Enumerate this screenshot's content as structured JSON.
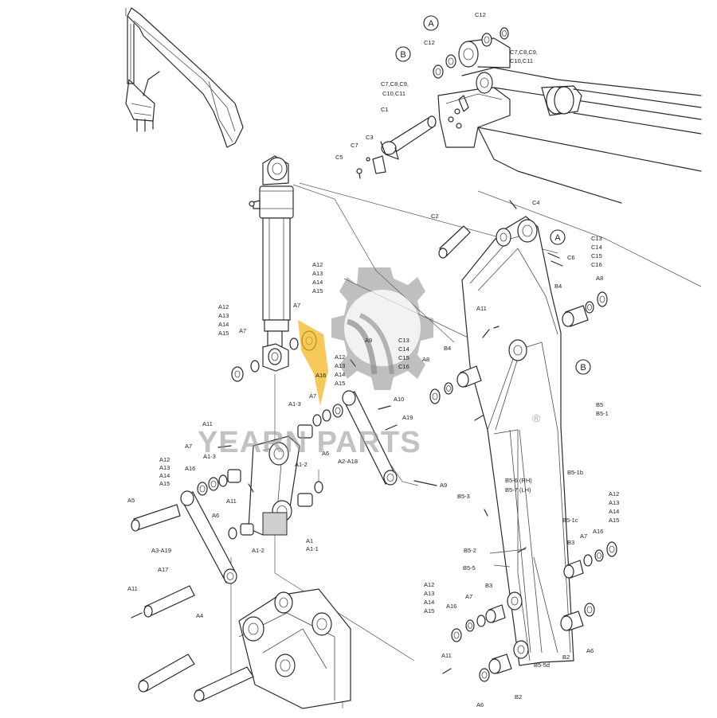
{
  "diagram": {
    "callouts": [
      "A",
      "B",
      "A",
      "B"
    ],
    "labels": [
      "C12",
      "C12",
      "C7,C8,C9,",
      "C10,C11",
      "C7,C8,C9,",
      "C10,C11",
      "C1",
      "C3",
      "C7",
      "C5",
      "C4",
      "C2",
      "C6",
      "C13",
      "C14",
      "C15",
      "C16",
      "A12",
      "A13",
      "A14",
      "A15",
      "A12",
      "A13",
      "A14",
      "A15",
      "A7",
      "A7",
      "A9",
      "C13",
      "C14",
      "C15",
      "C16",
      "A12",
      "A13",
      "A14",
      "A15",
      "A16",
      "A11",
      "B4",
      "B4",
      "A8",
      "A8",
      "A1-3",
      "A7",
      "A10",
      "A19",
      "A1-3",
      "A11",
      "A7",
      "A12",
      "A13",
      "A14",
      "A15",
      "A16",
      "A1-2",
      "A6",
      "A2-A18",
      "A9",
      "A11",
      "A5",
      "A6",
      "A3-A19",
      "A1-2",
      "A1",
      "A1-1",
      "B5",
      "B5-1",
      "B5-3",
      "B5-6 (RH)",
      "B5-7 (LH)",
      "B5-1b",
      "B5-1c",
      "A12",
      "A13",
      "A14",
      "A15",
      "A16",
      "A7",
      "B3",
      "B5-2",
      "B5-5",
      "A17",
      "A11",
      "A12",
      "A13",
      "A14",
      "A15",
      "A16",
      "A7",
      "B3",
      "A4",
      "A11",
      "B2",
      "A6",
      "B5-5d",
      "A6",
      "B2"
    ],
    "watermark": {
      "brand": "YEARN PARTS",
      "registered": "®"
    }
  }
}
